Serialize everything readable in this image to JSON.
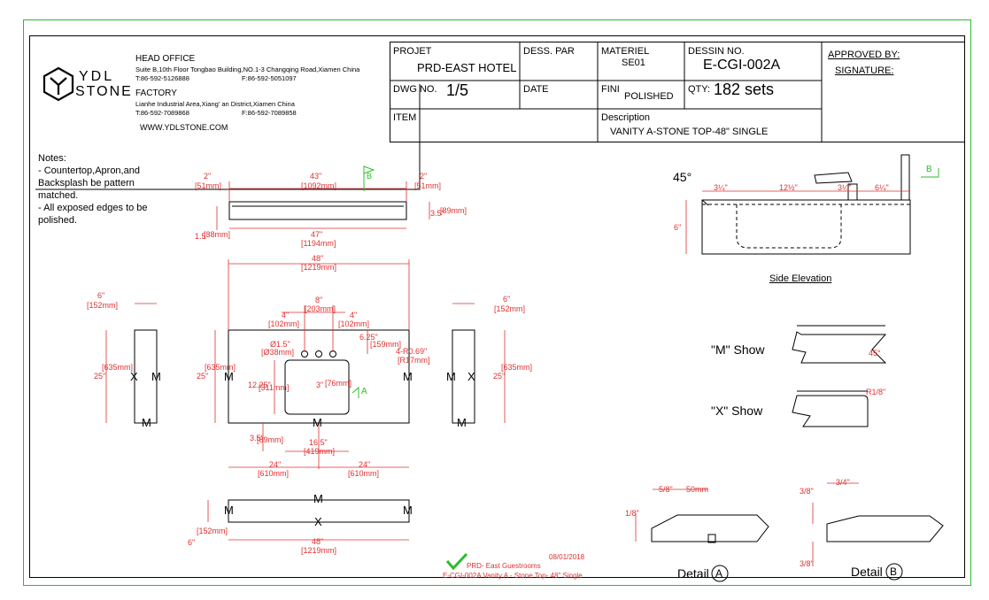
{
  "company": {
    "logo_line1": "YDL",
    "logo_line2": "STONE",
    "head_office_title": "HEAD OFFICE",
    "head_office_address": "Suite B,10th Floor Tongbao Building,NO.1-3 Changqing Road,Xiamen China",
    "head_office_tel": "T:86-592-5126888",
    "head_office_fax": "F:86-592-5051097",
    "factory_title": "FACTORY",
    "factory_address": "Lianhe Industrial Area,Xiang' an District,Xiamen China",
    "factory_tel": "T:86-592-7089868",
    "factory_fax": "F:86-592-7089858",
    "website": "WWW.YDLSTONE.COM"
  },
  "title_block": {
    "projet_label": "PROJET",
    "projet_value": "PRD-EAST HOTEL",
    "dess_par_label": "DESS. PAR",
    "materiel_label": "MATERIEL",
    "materiel_value": "SE01",
    "dessin_label": "DESSIN NO.",
    "dessin_value": "E-CGI-002A",
    "approved_label": "APPROVED BY:",
    "signature_label": "SIGNATURE:",
    "dwg_label": "DWG NO.",
    "dwg_value": "1/5",
    "date_label": "DATE",
    "fini_label": "FINI",
    "fini_value": "POLISHED",
    "qty_label": "QTY:",
    "qty_value": "182 sets",
    "item_label": "ITEM",
    "desc_label": "Description",
    "desc_value": "VANITY A-STONE TOP-48\" SINGLE"
  },
  "notes": {
    "title": "Notes:",
    "line1": "- Countertop,Apron,and",
    "line2": "Backsplash be pattern",
    "line3": "matched.",
    "line4": "- All exposed edges to be",
    "line5": "polished."
  },
  "dims": {
    "d2in": "2\"",
    "d51": "[51mm]",
    "d43": "43\"",
    "d1092": "[1092mm]",
    "d2in_b": "2\"",
    "d51_b": "[51mm]",
    "d3_5": "3.5\"",
    "d89": "[89mm]",
    "d1_5": "1.5\"",
    "d38": "[38mm]",
    "d47": "47\"",
    "d1194": "[1194mm]",
    "d48": "48\"",
    "d1219": "[1219mm]",
    "d8": "8\"",
    "d203": "[203mm]",
    "d4a": "4\"",
    "d102a": "[102mm]",
    "d4b": "4\"",
    "d102b": "[102mm]",
    "d6_25": "6.25\"",
    "d159": "[159mm]",
    "dphi": "Ø1.5\"",
    "dphi_mm": "[Ø38mm]",
    "dr": "4-R0.69\"",
    "dr_mm": "[R17mm]",
    "d3": "3\"",
    "d76": "[76mm]",
    "d12_25": "12.25\"",
    "d311": "[311mm]",
    "d25": "25\"",
    "d635": "[635mm]",
    "d6l": "6\"",
    "d152l": "[152mm]",
    "d6r": "6\"",
    "d152r": "[152mm]",
    "d25l": "25\"",
    "d635l": "[635mm]",
    "d25r": "25\"",
    "d635r": "[635mm]",
    "d3_5b": "3.5\"",
    "d89b": "[89mm]",
    "d16_5": "16.5\"",
    "d419": "[419mm]",
    "d24a": "24\"",
    "d610a": "[610mm]",
    "d24b": "24\"",
    "d610b": "[610mm]",
    "d6f": "6\"",
    "d152f": "[152mm]",
    "d48f": "48\"",
    "d1219f": "[1219mm]"
  },
  "marks": {
    "M": "M",
    "X": "X",
    "A": "A",
    "B": "B"
  },
  "side_elevation": {
    "angle": "45°",
    "d3q": "3¼\"",
    "d12": "12½\"",
    "d3r": "3¼\"",
    "d6q": "6¼\"",
    "d6": "6\"",
    "title": "Side Elevation"
  },
  "shows": {
    "m_show": "\"M\" Show",
    "x_show": "\"X\" Show",
    "m_r": "45°",
    "x_r": "R1/8\""
  },
  "details": {
    "a_58": "5/8\"",
    "a_50": "50mm",
    "a_18": "1/8\"",
    "b_34": "3/4\"",
    "b_38a": "3/8\"",
    "b_38b": "3/8\"",
    "detail_a": "Detail",
    "detail_a_mark": "A",
    "detail_b": "Detail",
    "detail_b_mark": "B"
  },
  "stamp": {
    "date": "08/01/2018",
    "line1": "PRD- East Guestrooms",
    "line2": "E-CGI-002A Vanity A - Stone Top- 48\" Single"
  },
  "colors": {
    "dimension": "#e03030",
    "stamp_green": "#2cbd2c"
  }
}
